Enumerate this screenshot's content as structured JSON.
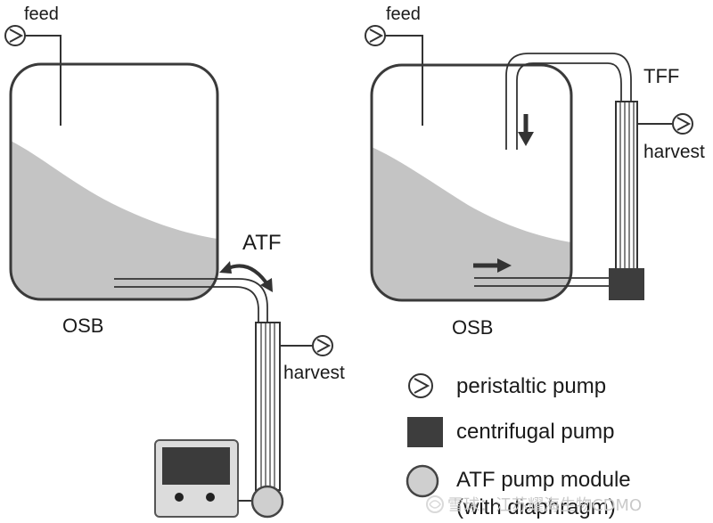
{
  "left": {
    "feed_label": "feed",
    "vessel_label": "OSB",
    "system_label": "ATF",
    "harvest_label": "harvest"
  },
  "right": {
    "feed_label": "feed",
    "vessel_label": "OSB",
    "system_label": "TFF",
    "harvest_label": "harvest"
  },
  "legend": {
    "items": [
      {
        "icon": "peristaltic-pump-icon",
        "line1": "peristaltic pump"
      },
      {
        "icon": "centrifugal-pump-icon",
        "line1": "centrifugal pump"
      },
      {
        "icon": "atf-pump-module-icon",
        "line1": "ATF pump module",
        "line2": "(with diaphragm)"
      }
    ]
  },
  "watermark": {
    "text": "雪球：江苏耀海生物CDMO"
  },
  "colors": {
    "outline": "#3a3a3a",
    "liquid": "#c4c4c4",
    "centrifugal_pump": "#3d3d3d",
    "atf_module": "#cfcfcf"
  }
}
